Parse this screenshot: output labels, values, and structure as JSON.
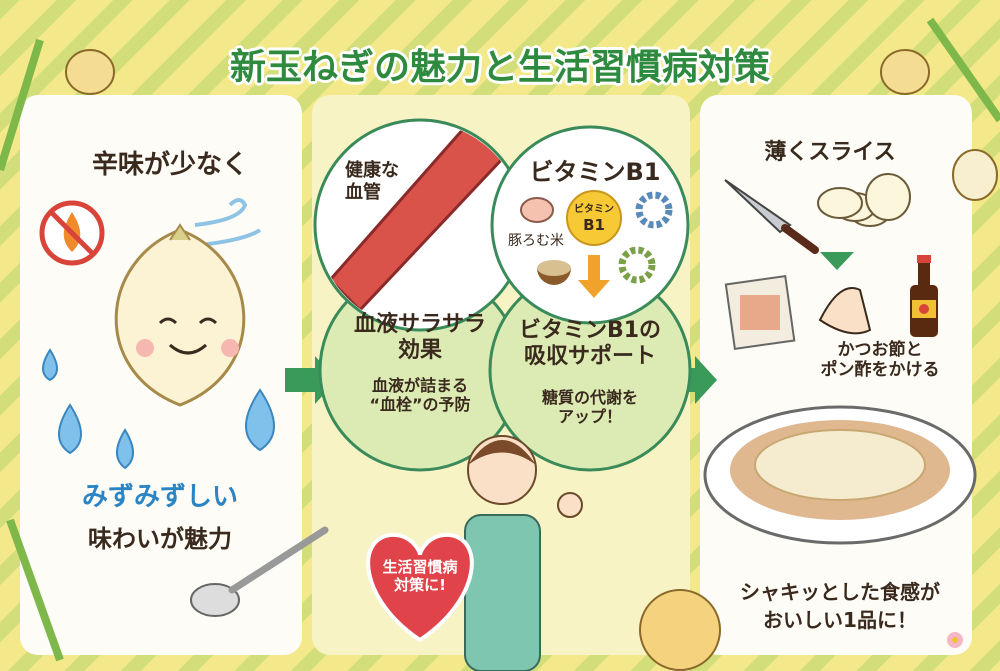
{
  "title": "新玉ねぎの魅力と生活習慣病対策",
  "left": {
    "heading": "辛味が少なく",
    "juicy": "みずみずしい",
    "charm": "味わいが魅力"
  },
  "middle": {
    "vessel_label": [
      "健康な",
      "血管"
    ],
    "vitamin_heading": "ビタミンB1",
    "vitamin_badge": [
      "ビタミン",
      "B1"
    ],
    "foods_label": "豚ろむ米",
    "blood_title": [
      "血液サラサラ",
      "効果"
    ],
    "blood_desc": [
      "血液が詰まる",
      "“血栓”の予防"
    ],
    "absorb_title": [
      "ビタミンB1の",
      "吸収サポート"
    ],
    "absorb_desc": [
      "糖質の代謝を",
      "アップ！"
    ],
    "heart": [
      "生活習慣病",
      "対策に!"
    ]
  },
  "right": {
    "slice": "薄くスライス",
    "topping": [
      "かつお節と",
      "ポン酢をかける"
    ],
    "result": [
      "シャキッとした食感が",
      "おいしい1品に！"
    ]
  },
  "colors": {
    "title": "#2e8a3e",
    "accent_blue": "#2b84c4",
    "bubble_green": "#dcebb4",
    "arrow": "#3a9a5a"
  }
}
